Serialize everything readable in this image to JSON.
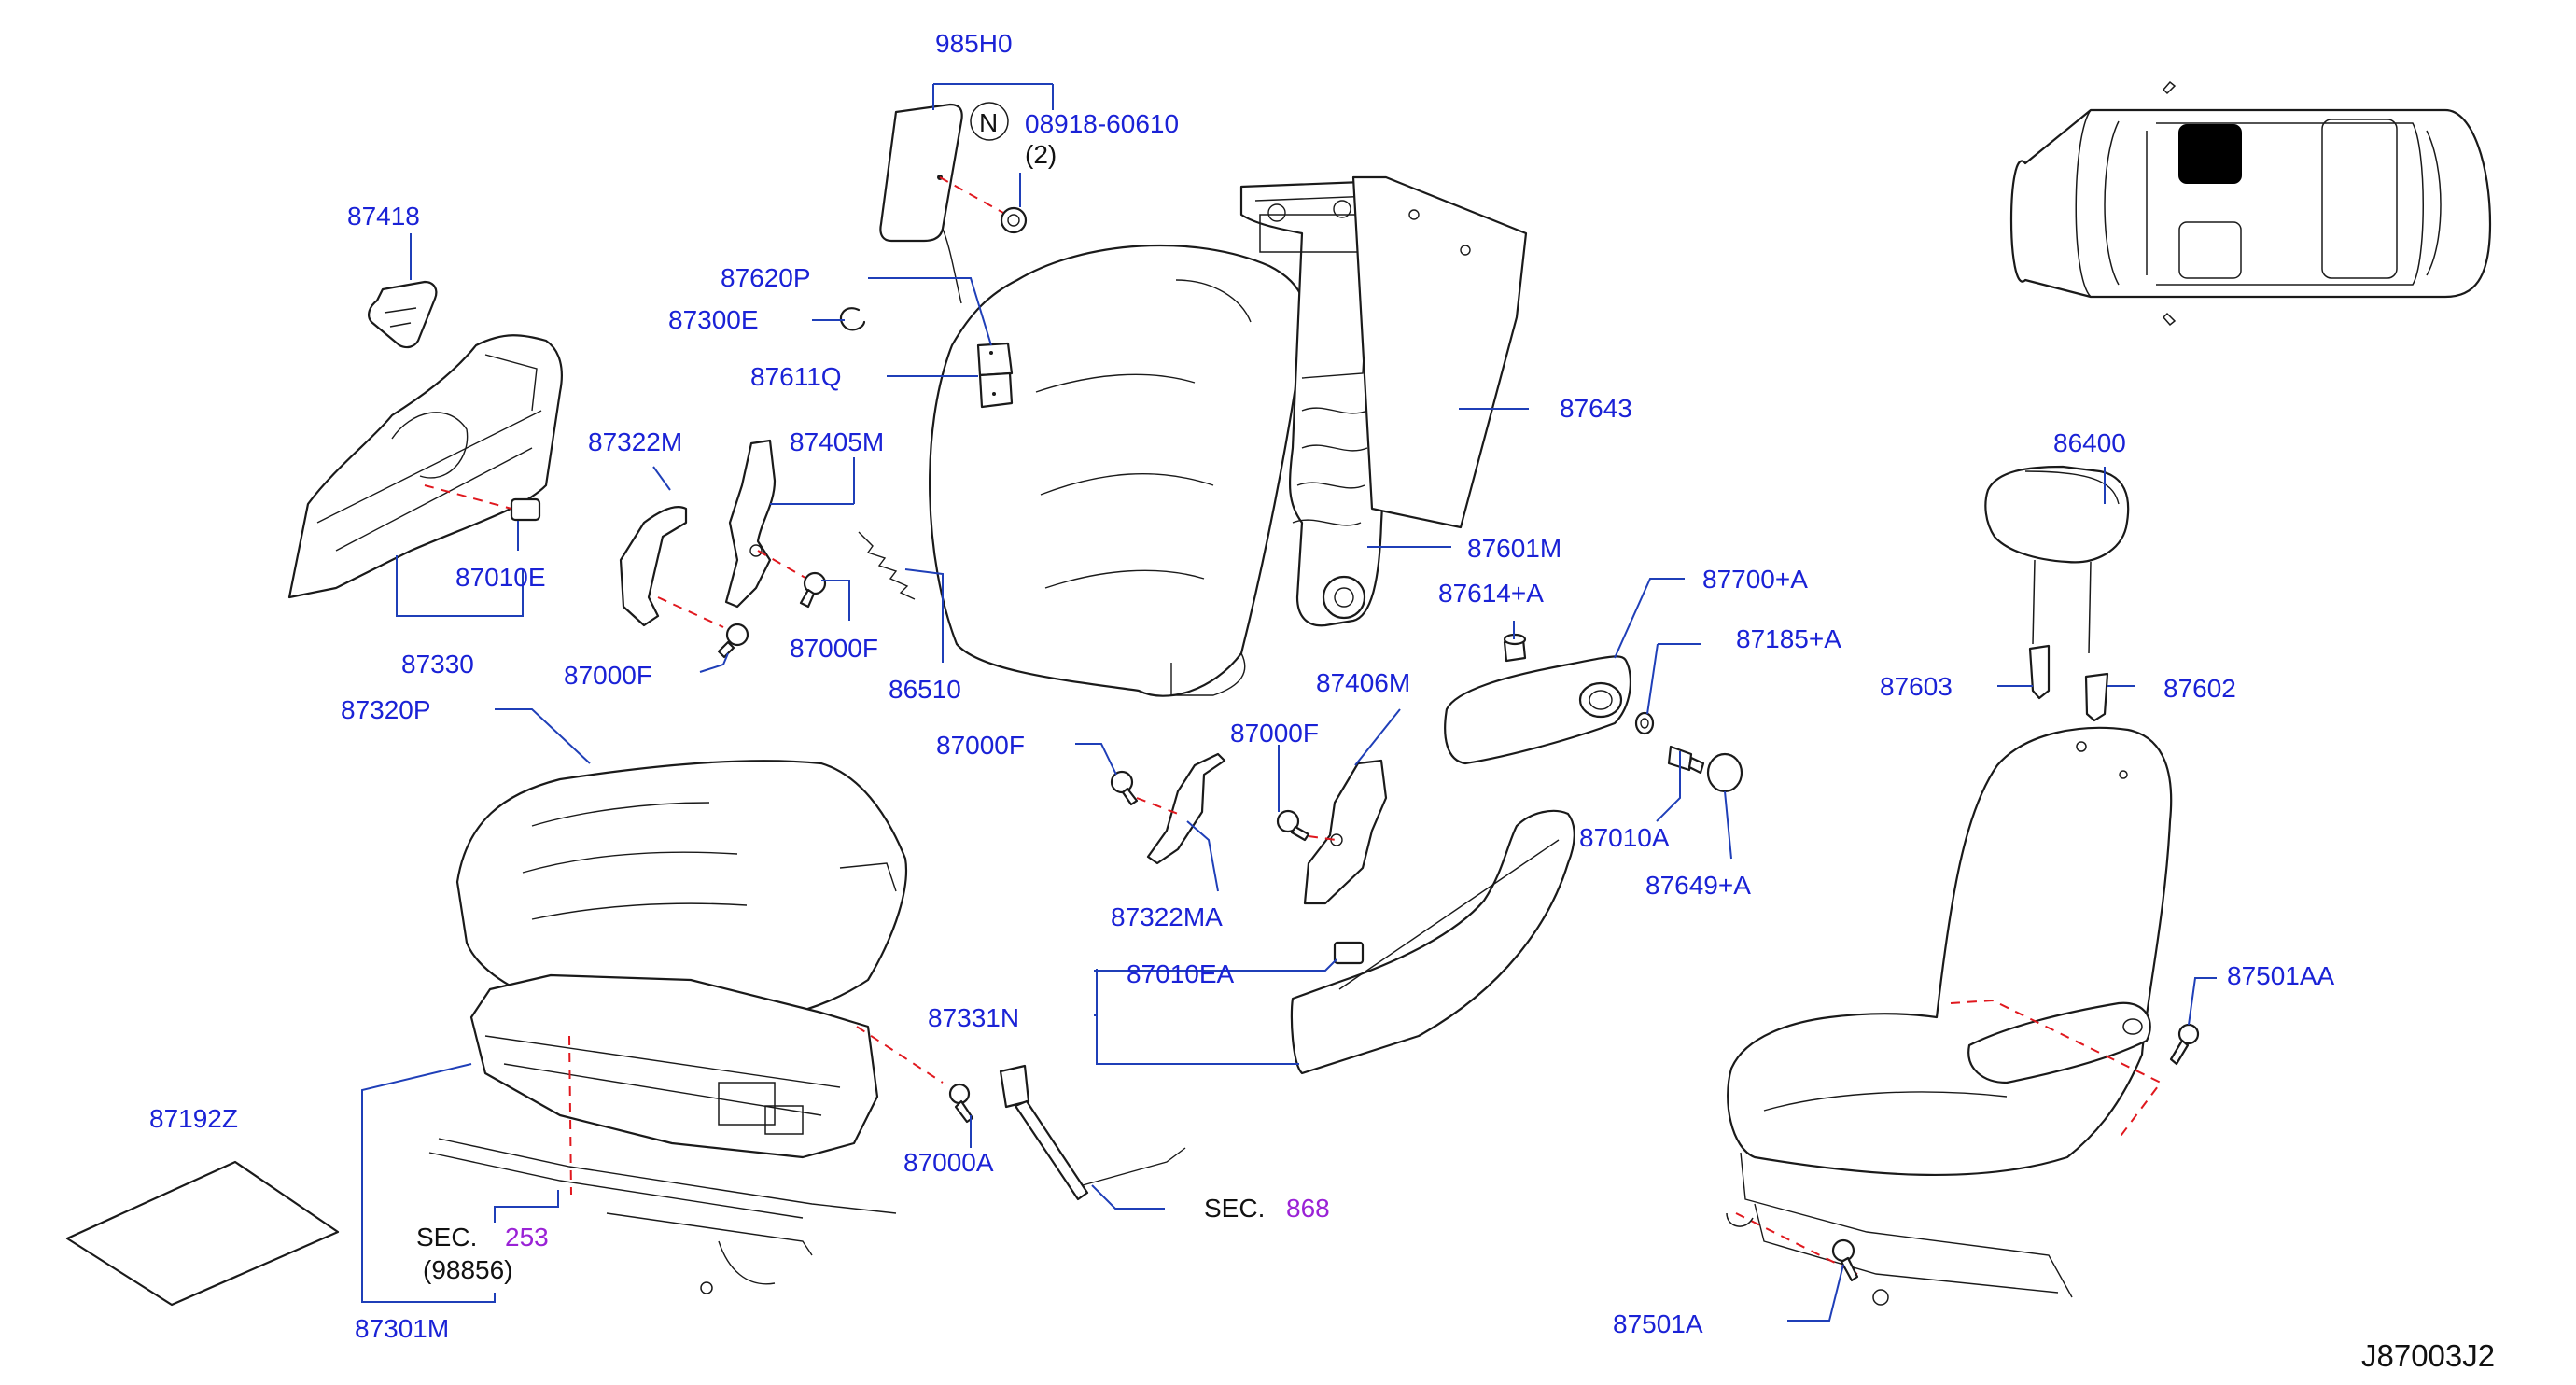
{
  "diagram_code": "J87003J2",
  "callouts": {
    "p985H0": "985H0",
    "p08918": "08918-60610",
    "qty2": "(2)",
    "n_symbol": "N",
    "p87418": "87418",
    "p87620P": "87620P",
    "p87300E": "87300E",
    "p87611Q": "87611Q",
    "p87643": "87643",
    "p87322M": "87322M",
    "p87405M": "87405M",
    "p87010E": "87010E",
    "p87601M": "87601M",
    "p87330": "87330",
    "p87000F_a": "87000F",
    "p87000F_b": "87000F",
    "p86510": "86510",
    "p87614A": "87614+A",
    "p87700A": "87700+A",
    "p87185A": "87185+A",
    "p87320P": "87320P",
    "p87406M": "87406M",
    "p87000F_c": "87000F",
    "p87000F_d": "87000F",
    "p87010A": "87010A",
    "p87649A": "87649+A",
    "p86400": "86400",
    "p87603": "87603",
    "p87602": "87602",
    "p87322MA": "87322MA",
    "p87010EA": "87010EA",
    "p87331N": "87331N",
    "p87501AA": "87501AA",
    "p87192Z": "87192Z",
    "p87000A": "87000A",
    "sec868_prefix": "SEC.",
    "sec868_num": "868",
    "sec253_prefix": "SEC.",
    "sec253_num": "253",
    "p98856": "(98856)",
    "p87301M": "87301M",
    "p87501A": "87501A"
  },
  "colors": {
    "part_number": "#1a22d6",
    "section_ref": "#9a22d6",
    "leader_line": "#1f3fb8",
    "fastener_path": "#e0181e",
    "outline": "#1a1a1a"
  }
}
